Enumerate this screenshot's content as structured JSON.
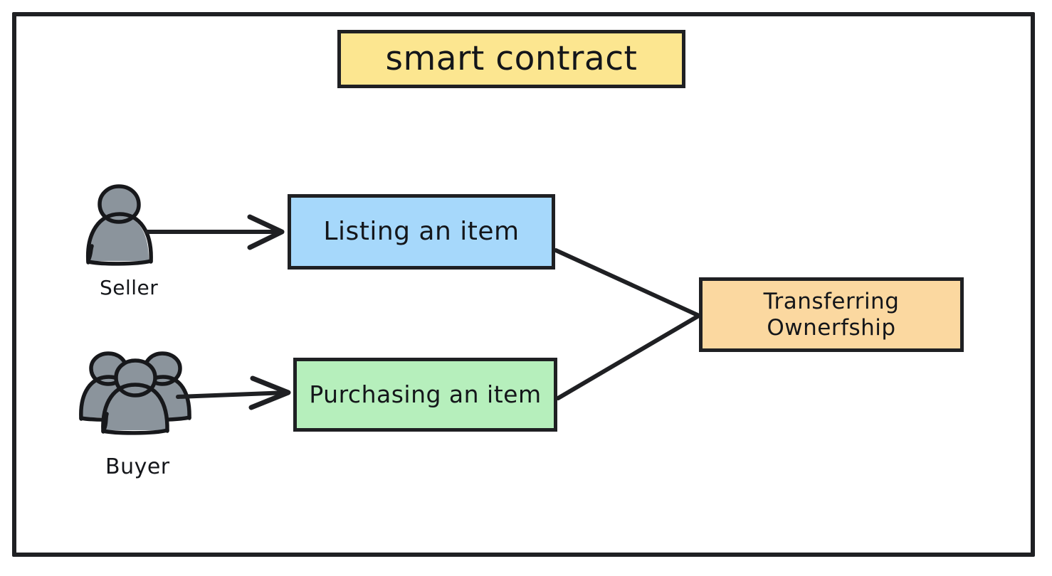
{
  "diagram": {
    "title_box": {
      "label": "smart contract",
      "color": "#FCE690"
    },
    "actors": [
      {
        "name": "seller",
        "label": "Seller",
        "icon": "single-person-icon",
        "color": "#8B949C"
      },
      {
        "name": "buyer",
        "label": "Buyer",
        "icon": "group-of-people-icon",
        "color": "#8B949C"
      }
    ],
    "process_nodes": [
      {
        "name": "listing",
        "label": "Listing an item",
        "color": "#A6D8FB"
      },
      {
        "name": "purchasing",
        "label": "Purchasing an item",
        "color": "#B6EFBC"
      },
      {
        "name": "transfer",
        "label": "Transferring\nOwnerfship",
        "color": "#FBD8A0"
      }
    ],
    "connectors": [
      {
        "name": "seller-to-listing",
        "from": "seller",
        "to": "listing",
        "arrowhead": "open-v"
      },
      {
        "name": "buyer-to-purchasing",
        "from": "buyer",
        "to": "purchasing",
        "arrowhead": "open-v"
      },
      {
        "name": "listing-to-transfer",
        "from": "listing",
        "to": "transfer",
        "arrowhead": "none"
      },
      {
        "name": "purchasing-to-transfer",
        "from": "purchasing",
        "to": "transfer",
        "arrowhead": "none"
      }
    ],
    "frame": {
      "name": "diagram-border",
      "color": "#1f2023"
    }
  }
}
